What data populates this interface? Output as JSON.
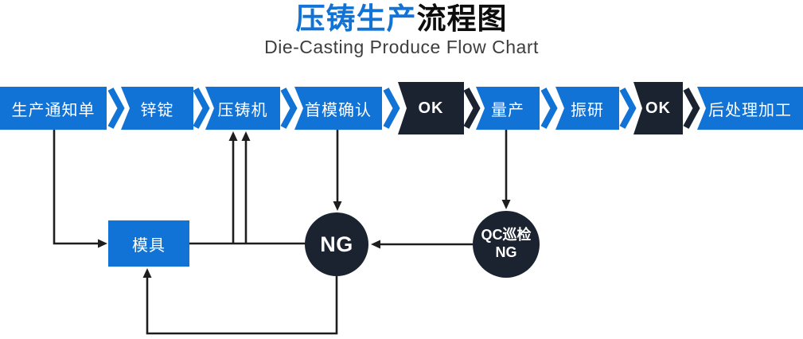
{
  "title": {
    "part_blue": "压铸生产",
    "part_black": "流程图"
  },
  "subtitle": "Die-Casting Produce Flow Chart",
  "colors": {
    "primary_blue": "#1273d6",
    "dark_navy": "#1b2230",
    "line_black": "#1e1e1e",
    "text_white": "#ffffff"
  },
  "flow_steps": [
    {
      "label": "生产通知单",
      "style": "blue"
    },
    {
      "label": "锌锭",
      "style": "blue"
    },
    {
      "label": "压铸机",
      "style": "blue"
    },
    {
      "label": "首模确认",
      "style": "blue"
    },
    {
      "label": "OK",
      "style": "dark"
    },
    {
      "label": "量产",
      "style": "blue"
    },
    {
      "label": "振研",
      "style": "blue"
    },
    {
      "label": "OK",
      "style": "dark"
    },
    {
      "label": "后处理加工",
      "style": "blue"
    }
  ],
  "sub_nodes": {
    "mold": {
      "label": "模具"
    },
    "ng": {
      "label": "NG"
    },
    "qc": {
      "line1": "QC巡检",
      "line2": "NG"
    }
  }
}
